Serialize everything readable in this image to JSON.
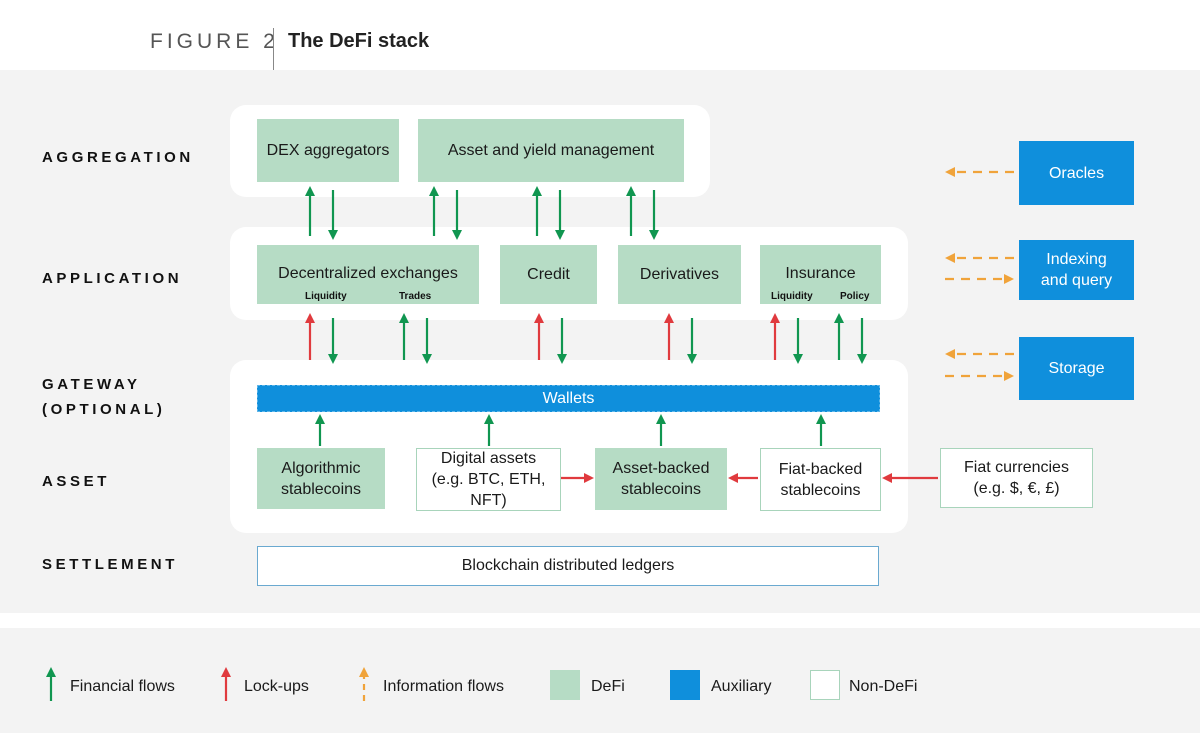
{
  "header": {
    "figure_label": "FIGURE 2",
    "title": "The DeFi stack"
  },
  "layers": {
    "aggregation": "AGGREGATION",
    "application": "APPLICATION",
    "gateway_1": "GATEWAY",
    "gateway_2": "(OPTIONAL)",
    "asset": "ASSET",
    "settlement": "SETTLEMENT"
  },
  "aggregation": {
    "dex_aggregators": "DEX aggregators",
    "asset_yield": "Asset and yield management"
  },
  "application": {
    "dex": "Decentralized exchanges",
    "dex_liquidity": "Liquidity",
    "dex_trades": "Trades",
    "credit": "Credit",
    "derivatives": "Derivatives",
    "insurance": "Insurance",
    "ins_liquidity": "Liquidity",
    "ins_policy": "Policy"
  },
  "gateway": {
    "wallets": "Wallets"
  },
  "asset": {
    "algo_1": "Algorithmic",
    "algo_2": "stablecoins",
    "digital_1": "Digital assets",
    "digital_2": "(e.g. BTC, ETH,",
    "digital_3": "NFT)",
    "assetbacked_1": "Asset-backed",
    "assetbacked_2": "stablecoins",
    "fiatbacked_1": "Fiat-backed",
    "fiatbacked_2": "stablecoins",
    "fiat_1": "Fiat currencies",
    "fiat_2": "(e.g. $, €, £)"
  },
  "settlement": {
    "ledger": "Blockchain distributed ledgers"
  },
  "auxiliary": {
    "oracles": "Oracles",
    "indexing_1": "Indexing",
    "indexing_2": "and query",
    "storage": "Storage"
  },
  "legend": {
    "financial": "Financial flows",
    "lockups": "Lock-ups",
    "information": "Information flows",
    "defi": "DeFi",
    "auxiliary": "Auxiliary",
    "nondefi": "Non-DeFi"
  },
  "colors": {
    "financial": "#109650",
    "lockup": "#e03a3e",
    "information": "#f0a33a",
    "defi": "#b6dcc5",
    "auxiliary": "#0f8fdc"
  }
}
